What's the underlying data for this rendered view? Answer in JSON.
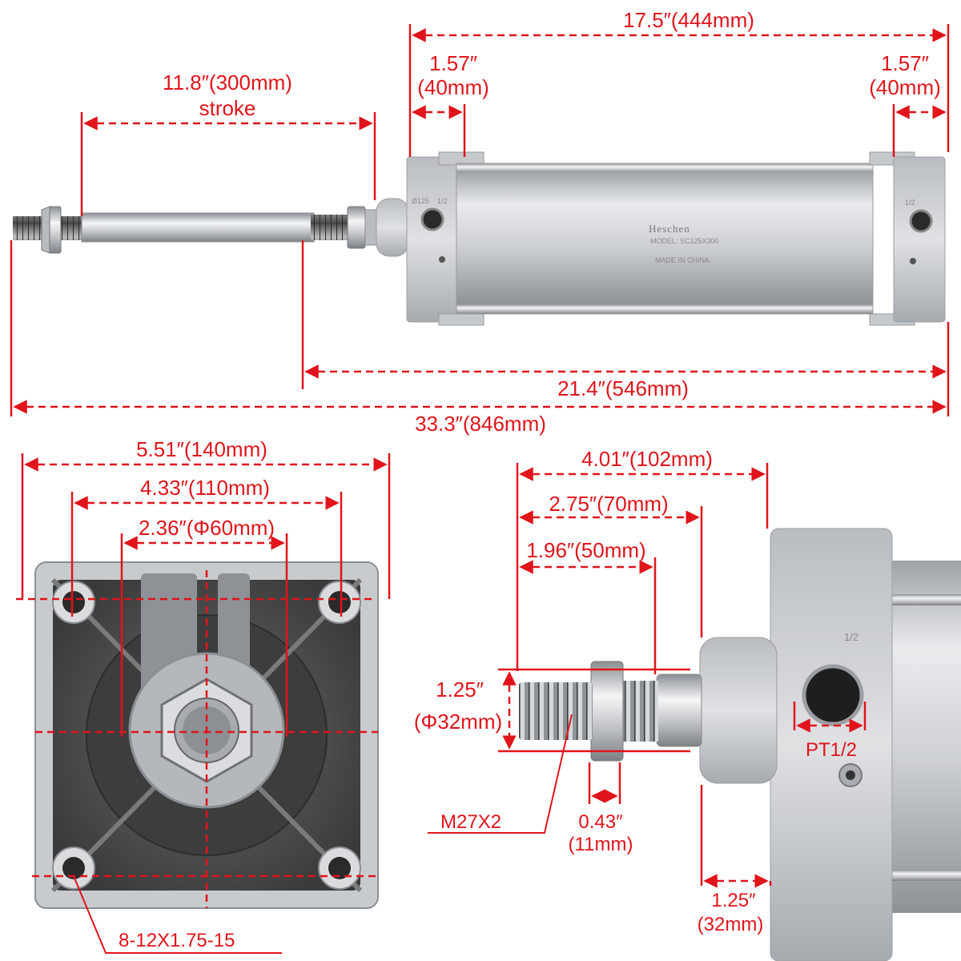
{
  "product": {
    "brand": "Heschen",
    "model": "MODEL: SC125X300",
    "origin": "MADE IN CHINA",
    "port_mark": "1/2",
    "bore_mark": "Ø125"
  },
  "side_view": {
    "overall_length": "33.3″(846mm)",
    "body_length": "17.5″(444mm)",
    "rod_to_end": "21.4″(546mm)",
    "stroke_value": "11.8″(300mm)",
    "stroke_word": "stroke",
    "left_cap_width": [
      "1.57″",
      "(40mm)"
    ],
    "right_cap_width": [
      "1.57″",
      "(40mm)"
    ]
  },
  "end_view": {
    "outer_width": "5.51″(140mm)",
    "hole_spacing": "4.33″(110mm)",
    "boss_diameter": "2.36″(Φ60mm)",
    "mount_thread": "8-12X1.75-15"
  },
  "rod_detail": {
    "rod_extension_total": "4.01″(102mm)",
    "rod_extension_mid": "2.75″(70mm)",
    "thread_length": "1.96″(50mm)",
    "rod_diameter": [
      "1.25″",
      "(Φ32mm)"
    ],
    "rod_thread": "M27X2",
    "nut_thickness": [
      "0.43″",
      "(11mm)"
    ],
    "boss_length": [
      "1.25″",
      "(32mm)"
    ],
    "port_thread": "PT1/2"
  },
  "colors": {
    "dimension": "#e0141a",
    "aluminum": "#c9ccd0",
    "cast_dark": "#4a4a4a"
  }
}
